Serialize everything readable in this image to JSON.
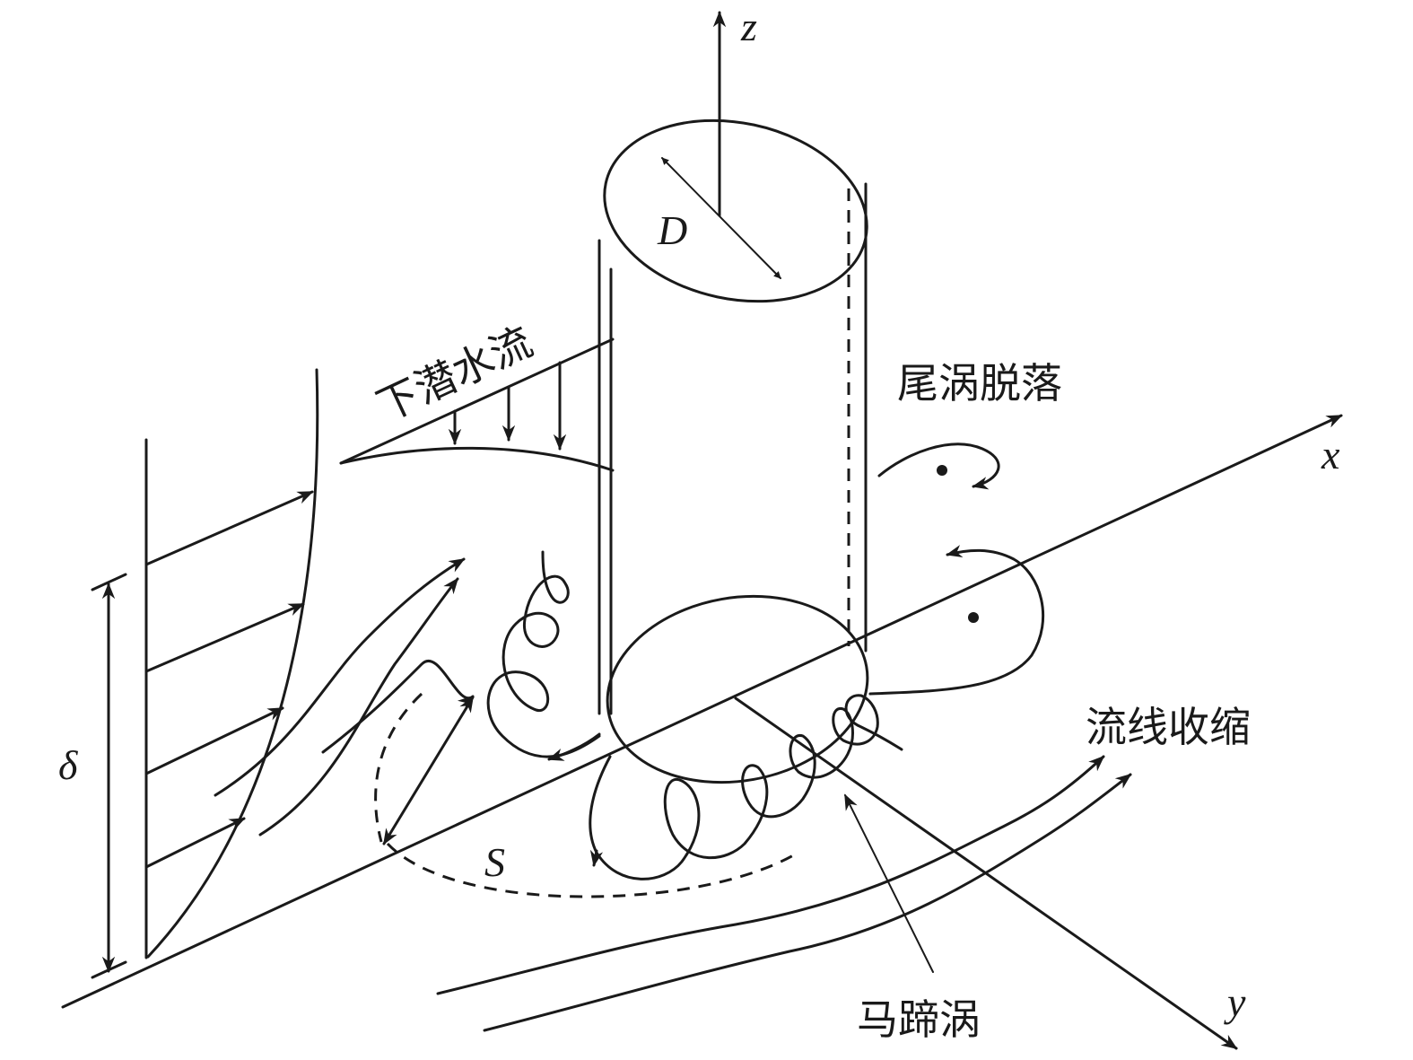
{
  "labels": {
    "downflow": "下潜水流",
    "wake": "尾涡脱落",
    "contraction": "流线收缩",
    "horseshoe": "马蹄涡",
    "z": "z",
    "x": "x",
    "y": "y",
    "D": "D",
    "delta": "δ",
    "S": "S"
  },
  "colors": {
    "ink": "#1a1a1a",
    "background": "#ffffff"
  }
}
